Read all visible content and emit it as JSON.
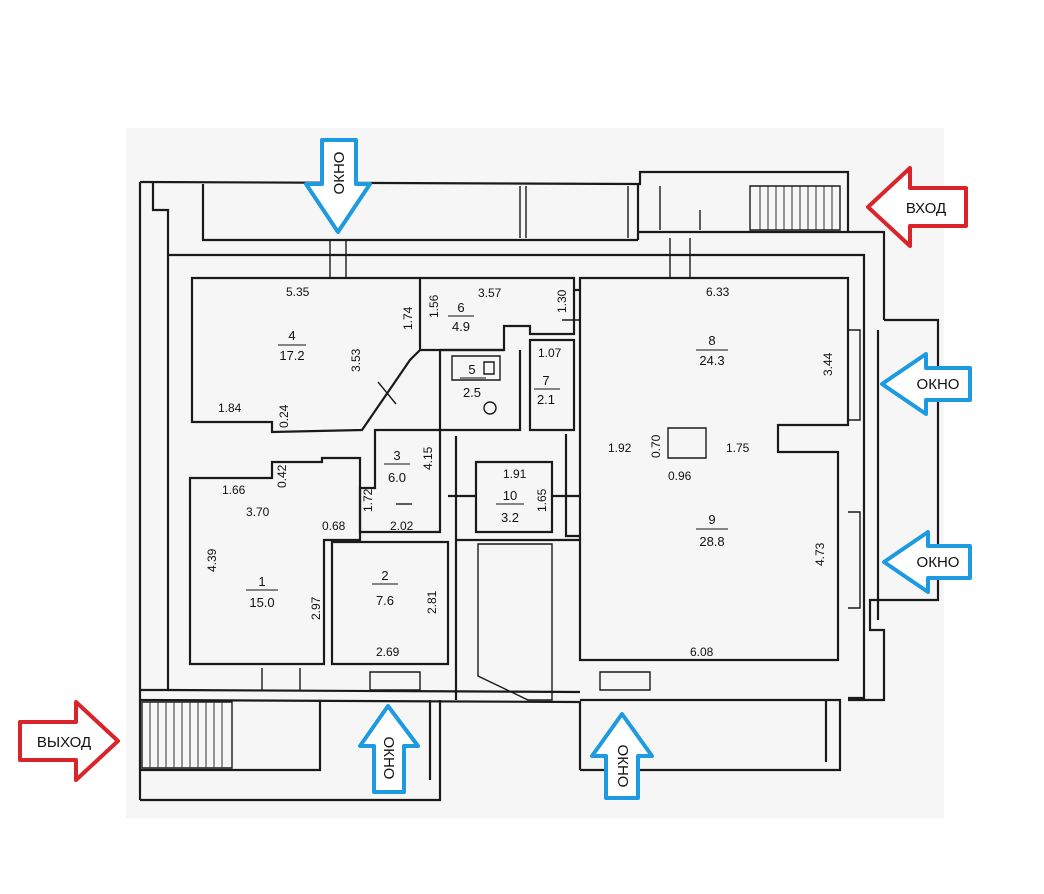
{
  "arrows": {
    "vhod": {
      "label": "ВХОД",
      "color": "#d9252a"
    },
    "vyhod": {
      "label": "ВЫХОД",
      "color": "#d9252a"
    },
    "okno_top": {
      "label": "ОКНО",
      "color": "#1e9be0"
    },
    "okno_right_1": {
      "label": "ОКНО",
      "color": "#1e9be0"
    },
    "okno_right_2": {
      "label": "ОКНО",
      "color": "#1e9be0"
    },
    "okno_bottom_1": {
      "label": "ОКНО",
      "color": "#1e9be0"
    },
    "okno_bottom_2": {
      "label": "ОКНО",
      "color": "#1e9be0"
    }
  },
  "rooms": {
    "r1": {
      "number": "1",
      "area": "15.0"
    },
    "r2": {
      "number": "2",
      "area": "7.6"
    },
    "r3": {
      "number": "3",
      "area": "6.0"
    },
    "r4": {
      "number": "4",
      "area": "17.2"
    },
    "r5": {
      "number": "5",
      "area": "2.5"
    },
    "r6": {
      "number": "6",
      "area": "4.9"
    },
    "r7": {
      "number": "7",
      "area": "2.1"
    },
    "r8": {
      "number": "8",
      "area": "24.3"
    },
    "r9": {
      "number": "9",
      "area": "28.8"
    },
    "r10": {
      "number": "10",
      "area": "3.2"
    }
  },
  "dims": {
    "d535": "5.35",
    "d174": "1.74",
    "d156": "1.56",
    "d357": "3.57",
    "d130": "1.30",
    "d633": "6.33",
    "d353": "3.53",
    "d184": "1.84",
    "d024": "0.24",
    "d107": "1.07",
    "d344": "3.44",
    "d192": "1.92",
    "d070": "0.70",
    "d175": "1.75",
    "d096": "0.96",
    "d042": "0.42",
    "d415": "4.15",
    "d191": "1.91",
    "d166": "1.66",
    "d370": "3.70",
    "d172": "1.72",
    "d165": "1.65",
    "d068": "0.68",
    "d202": "2.02",
    "d439": "4.39",
    "d297": "2.97",
    "d281": "2.81",
    "d473": "4.73",
    "d269": "2.69",
    "d608": "6.08"
  }
}
